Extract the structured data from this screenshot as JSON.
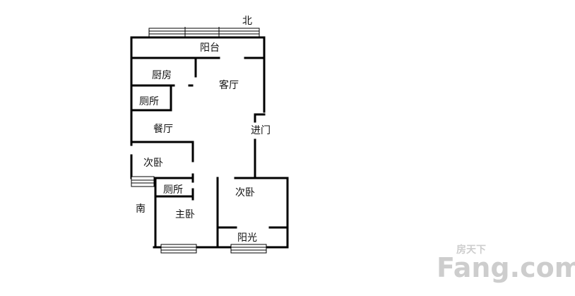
{
  "compass": {
    "north": "北",
    "south": "南"
  },
  "rooms": {
    "balcony": "阳台",
    "kitchen": "厨房",
    "living_room": "客厅",
    "toilet_upper": "厕所",
    "dining_room": "餐厅",
    "entrance": "进门",
    "second_bedroom_left": "次卧",
    "toilet_lower": "厕所",
    "second_bedroom_right": "次卧",
    "master_bedroom": "主卧",
    "sun_room": "阳光"
  },
  "watermark": {
    "brand": "Fang.com",
    "slogan": "房天下"
  },
  "colors": {
    "wall": "#000000",
    "watermark": "#c8c8c8",
    "background": "#ffffff"
  }
}
